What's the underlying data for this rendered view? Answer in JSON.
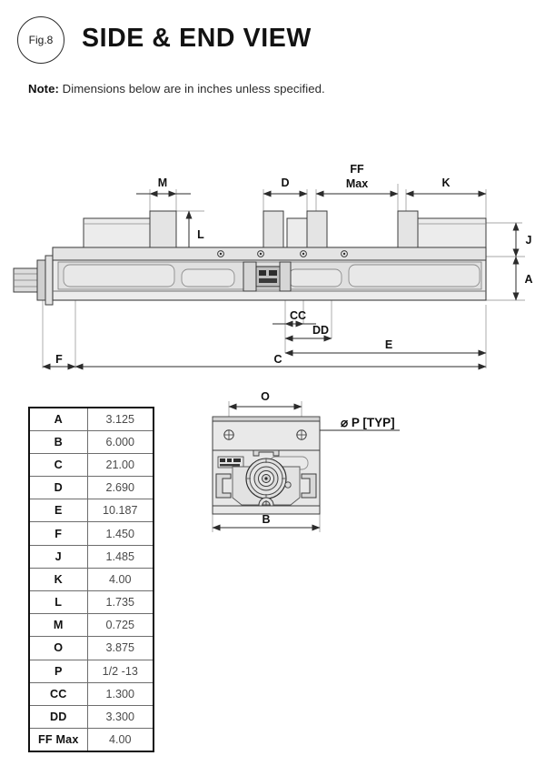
{
  "header": {
    "figure_badge": "Fig.8",
    "title": "SIDE & END VIEW",
    "note_label": "Note:",
    "note_text": " Dimensions below are in inches unless specified."
  },
  "side_view": {
    "name": "side-view-drawing",
    "dimension_labels": {
      "M": "M",
      "L": "L",
      "D": "D",
      "FF": "FF",
      "FF_max": "Max",
      "K": "K",
      "J": "J",
      "A": "A",
      "CC": "CC",
      "DD": "DD",
      "E": "E",
      "C": "C",
      "F": "F"
    }
  },
  "end_view": {
    "name": "end-view-drawing",
    "dimension_labels": {
      "O": "O",
      "B": "B",
      "P_note": "⌀ P [TYP]"
    }
  },
  "dimension_table": {
    "rows": [
      {
        "key": "A",
        "value": "3.125"
      },
      {
        "key": "B",
        "value": "6.000"
      },
      {
        "key": "C",
        "value": "21.00"
      },
      {
        "key": "D",
        "value": "2.690"
      },
      {
        "key": "E",
        "value": "10.187"
      },
      {
        "key": "F",
        "value": "1.450"
      },
      {
        "key": "J",
        "value": "1.485"
      },
      {
        "key": "K",
        "value": "4.00"
      },
      {
        "key": "L",
        "value": "1.735"
      },
      {
        "key": "M",
        "value": "0.725"
      },
      {
        "key": "O",
        "value": "3.875"
      },
      {
        "key": "P",
        "value": "1/2 -13"
      },
      {
        "key": "CC",
        "value": "1.300"
      },
      {
        "key": "DD",
        "value": "3.300"
      },
      {
        "key": "FF Max",
        "value": "4.00"
      }
    ]
  },
  "colors": {
    "line": "#3c3c3c",
    "thin_line": "#8a8a8a",
    "fill_light": "#ececec",
    "fill_mid": "#dcdcdc",
    "fill_dark": "#c9c9c9",
    "text": "#111111",
    "value_text": "#4a4a4a",
    "table_border": "#111111"
  }
}
